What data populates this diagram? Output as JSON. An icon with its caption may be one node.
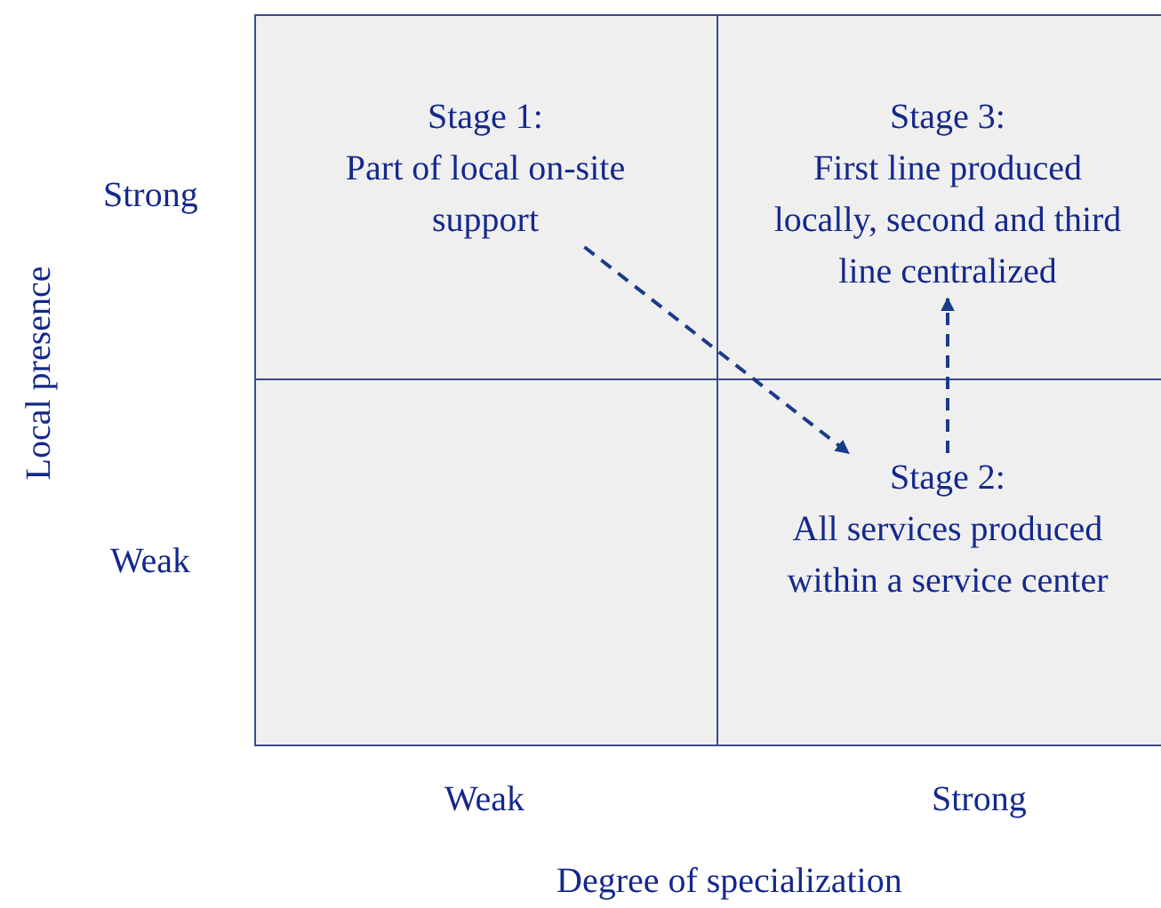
{
  "diagram": {
    "nodes": [
      {
        "text": [
          "Stage 1:",
          "Part of local on-site support"
        ]
      },
      {
        "text": [
          "Stage 3:",
          "First line produced locally, second and third line centralized"
        ]
      },
      {
        "text": [
          "Stage 2:",
          "All services produced within a service center"
        ]
      }
    ],
    "edges": [
      {
        "from": 0,
        "to": 2,
        "arrow": "to",
        "style": "dashed"
      },
      {
        "from": 2,
        "to": 1,
        "arrow": "to",
        "style": "dashed"
      }
    ],
    "labels": [
      "Strong",
      "Weak",
      "Weak",
      "Strong",
      "Local presence",
      "Degree of specialization"
    ]
  }
}
